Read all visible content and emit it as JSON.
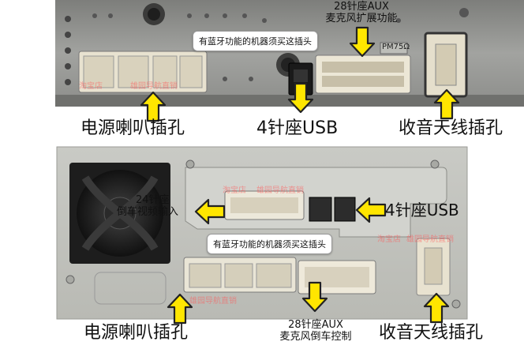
{
  "top_photo": {
    "aux_label_line1": "28针座AUX",
    "aux_label_line2": "麦克风扩展功能",
    "bluetooth_note": "有蓝牙功能的机器须买这插头",
    "model_marking": "PM75Ω",
    "labels": {
      "power_speaker": "电源喇叭插孔",
      "usb_4pin": "4针座USB",
      "radio_antenna": "收音天线插孔"
    }
  },
  "bottom_photo": {
    "video_label_line1": "24针座",
    "video_label_line2": "倒车视频输入",
    "usb_side_label": "4针座USB",
    "bluetooth_note": "有蓝牙功能的机器须买这插头",
    "labels": {
      "power_speaker": "电源喇叭插孔",
      "aux_line1": "28针座AUX",
      "aux_line2": "麦克风倒车控制",
      "radio_antenna": "收音天线插孔"
    }
  },
  "watermarks": [
    "淘宝店",
    "雄园导航直销"
  ],
  "colors": {
    "arrow_yellow": "#ffe600",
    "arrow_outline": "#222222",
    "metal_dark": "#8e8f8c",
    "metal_light": "#cfd0cb",
    "connector_cream": "#e9e3d2"
  }
}
